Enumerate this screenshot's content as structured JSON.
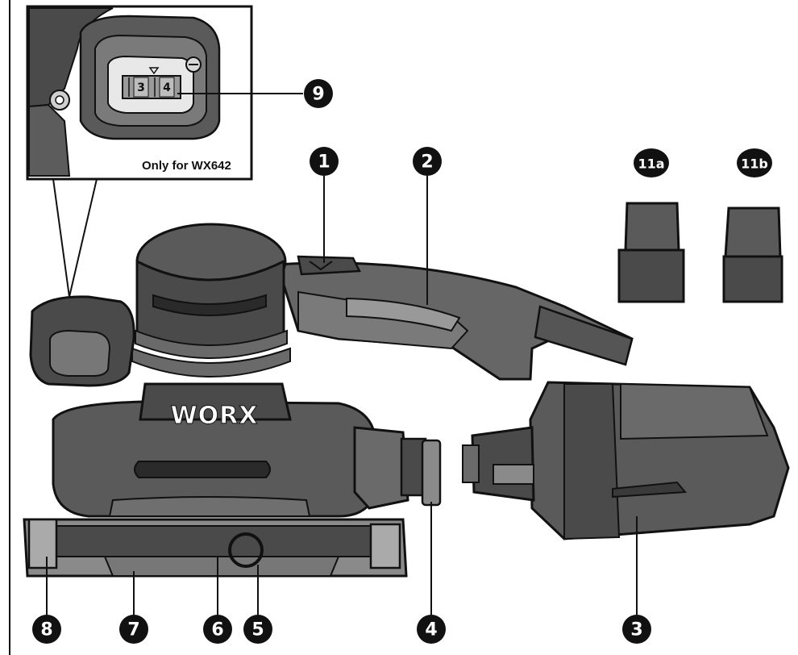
{
  "inset": {
    "note": "Only for WX642",
    "dial_values": [
      "3",
      "4"
    ]
  },
  "brand": "WORX",
  "callouts": {
    "c1": "1",
    "c2": "2",
    "c3": "3",
    "c4": "4",
    "c5": "5",
    "c6": "6",
    "c7": "7",
    "c8": "8",
    "c9": "9",
    "c11a": "11a",
    "c11b": "11b"
  },
  "colors": {
    "body_dark": "#3a3a3a",
    "body_mid": "#5a5a5a",
    "body_light": "#808080",
    "outline": "#111111",
    "callout_bg": "#111111"
  }
}
